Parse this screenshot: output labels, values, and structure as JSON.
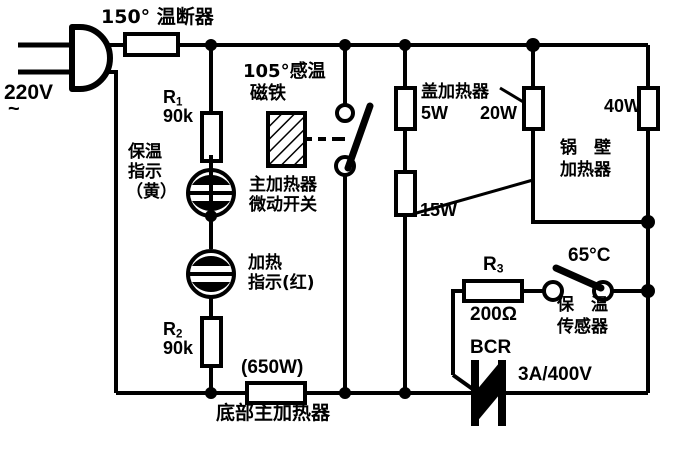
{
  "diagram": {
    "title": "electric-cooker-heater-control-circuit",
    "line_color": "#000000",
    "background_color": "#ffffff"
  },
  "source": {
    "voltage_label": "220V",
    "ac_symbol": "~",
    "plug_name": "mains-plug"
  },
  "components": {
    "thermal_fuse": {
      "label": "150° 温断器",
      "name": "thermal-cutoff-150"
    },
    "r1": {
      "ref": "R",
      "ref_sub": "1",
      "value": "90k"
    },
    "r2": {
      "ref": "R",
      "ref_sub": "2",
      "value": "90k"
    },
    "r3": {
      "ref": "R",
      "ref_sub": "3",
      "value": "200Ω"
    },
    "lamp_keep_warm": {
      "label_line1": "保温",
      "label_line2": "指示",
      "label_line3": "（黄）"
    },
    "lamp_heating": {
      "label_line1": "加热",
      "label_line2": "指示(红)"
    },
    "magnet": {
      "label_line1": "105°感温",
      "label_line2": "磁铁"
    },
    "micro_switch": {
      "label_line1": "主加热器",
      "label_line2": "微动开关"
    },
    "lid_heater": {
      "label": "盖加热器",
      "power_a": "5W",
      "power_b": "20W"
    },
    "heater_15w": {
      "power": "15W"
    },
    "wall_heater": {
      "label_line1": "锅　壁",
      "label_line2": "加热器",
      "power": "40W"
    },
    "bottom_main_heater": {
      "power": "(650W)",
      "label": "底部主加热器"
    },
    "triac": {
      "name": "BCR",
      "rating": "3A/400V"
    },
    "thermostat": {
      "temp": "65°C",
      "label_line1": "保　温",
      "label_line2": "传感器"
    }
  }
}
